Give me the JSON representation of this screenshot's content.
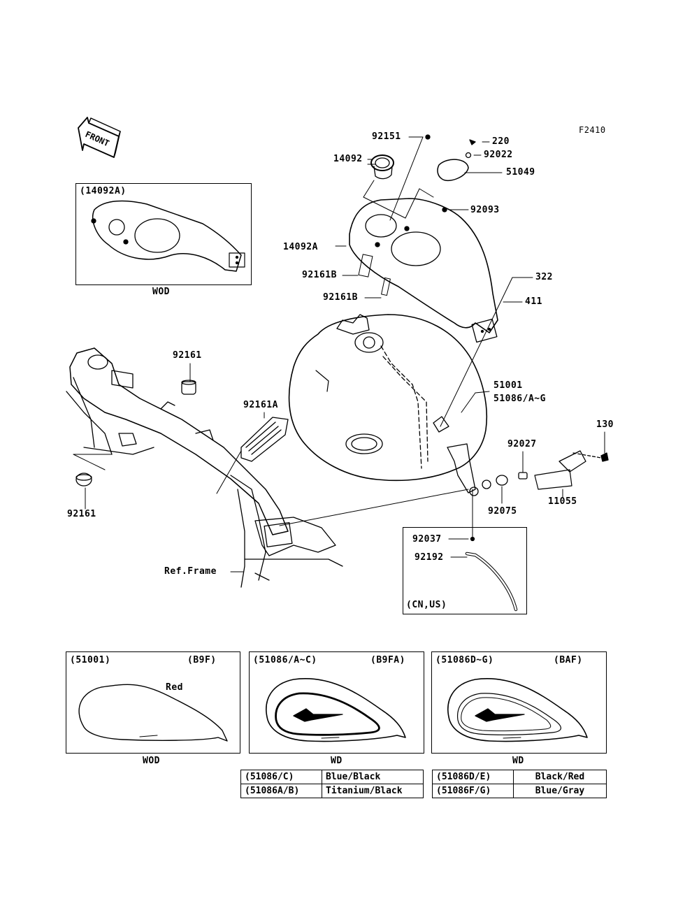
{
  "figure_code": "F2410",
  "front_label": "FRONT",
  "callouts": {
    "c92151": "92151",
    "c220": "220",
    "c14092": "14092",
    "c92022": "92022",
    "c51049": "51049",
    "c92093": "92093",
    "c14092A": "14092A",
    "c92161B_1": "92161B",
    "c92161B_2": "92161B",
    "c322": "322",
    "c411": "411",
    "c92161_top": "92161",
    "c92161A": "92161A",
    "c51001": "51001",
    "c51086": "51086/A~G",
    "c130": "130",
    "c92027": "92027",
    "c92075": "92075",
    "c11055": "11055",
    "c92161_bottom": "92161",
    "c92037": "92037",
    "c92192": "92192",
    "ref_frame": "Ref.Frame"
  },
  "inset_cover": {
    "header": "(14092A)",
    "footer": "WOD"
  },
  "inset_cn_us": {
    "footer": "(CN,US)"
  },
  "variants": [
    {
      "part": "(51001)",
      "code": "(B9F)",
      "color_note": "Red",
      "footer": "WOD"
    },
    {
      "part": "(51086/A~C)",
      "code": "(B9FA)",
      "footer": "WD"
    },
    {
      "part": "(51086D~G)",
      "code": "(BAF)",
      "footer": "WD"
    }
  ],
  "color_table_left": [
    {
      "part": "(51086/C)",
      "color": "Blue/Black"
    },
    {
      "part": "(51086A/B)",
      "color": "Titanium/Black"
    }
  ],
  "color_table_right": [
    {
      "part": "(51086D/E)",
      "color": "Black/Red"
    },
    {
      "part": "(51086F/G)",
      "color": "Blue/Gray"
    }
  ]
}
